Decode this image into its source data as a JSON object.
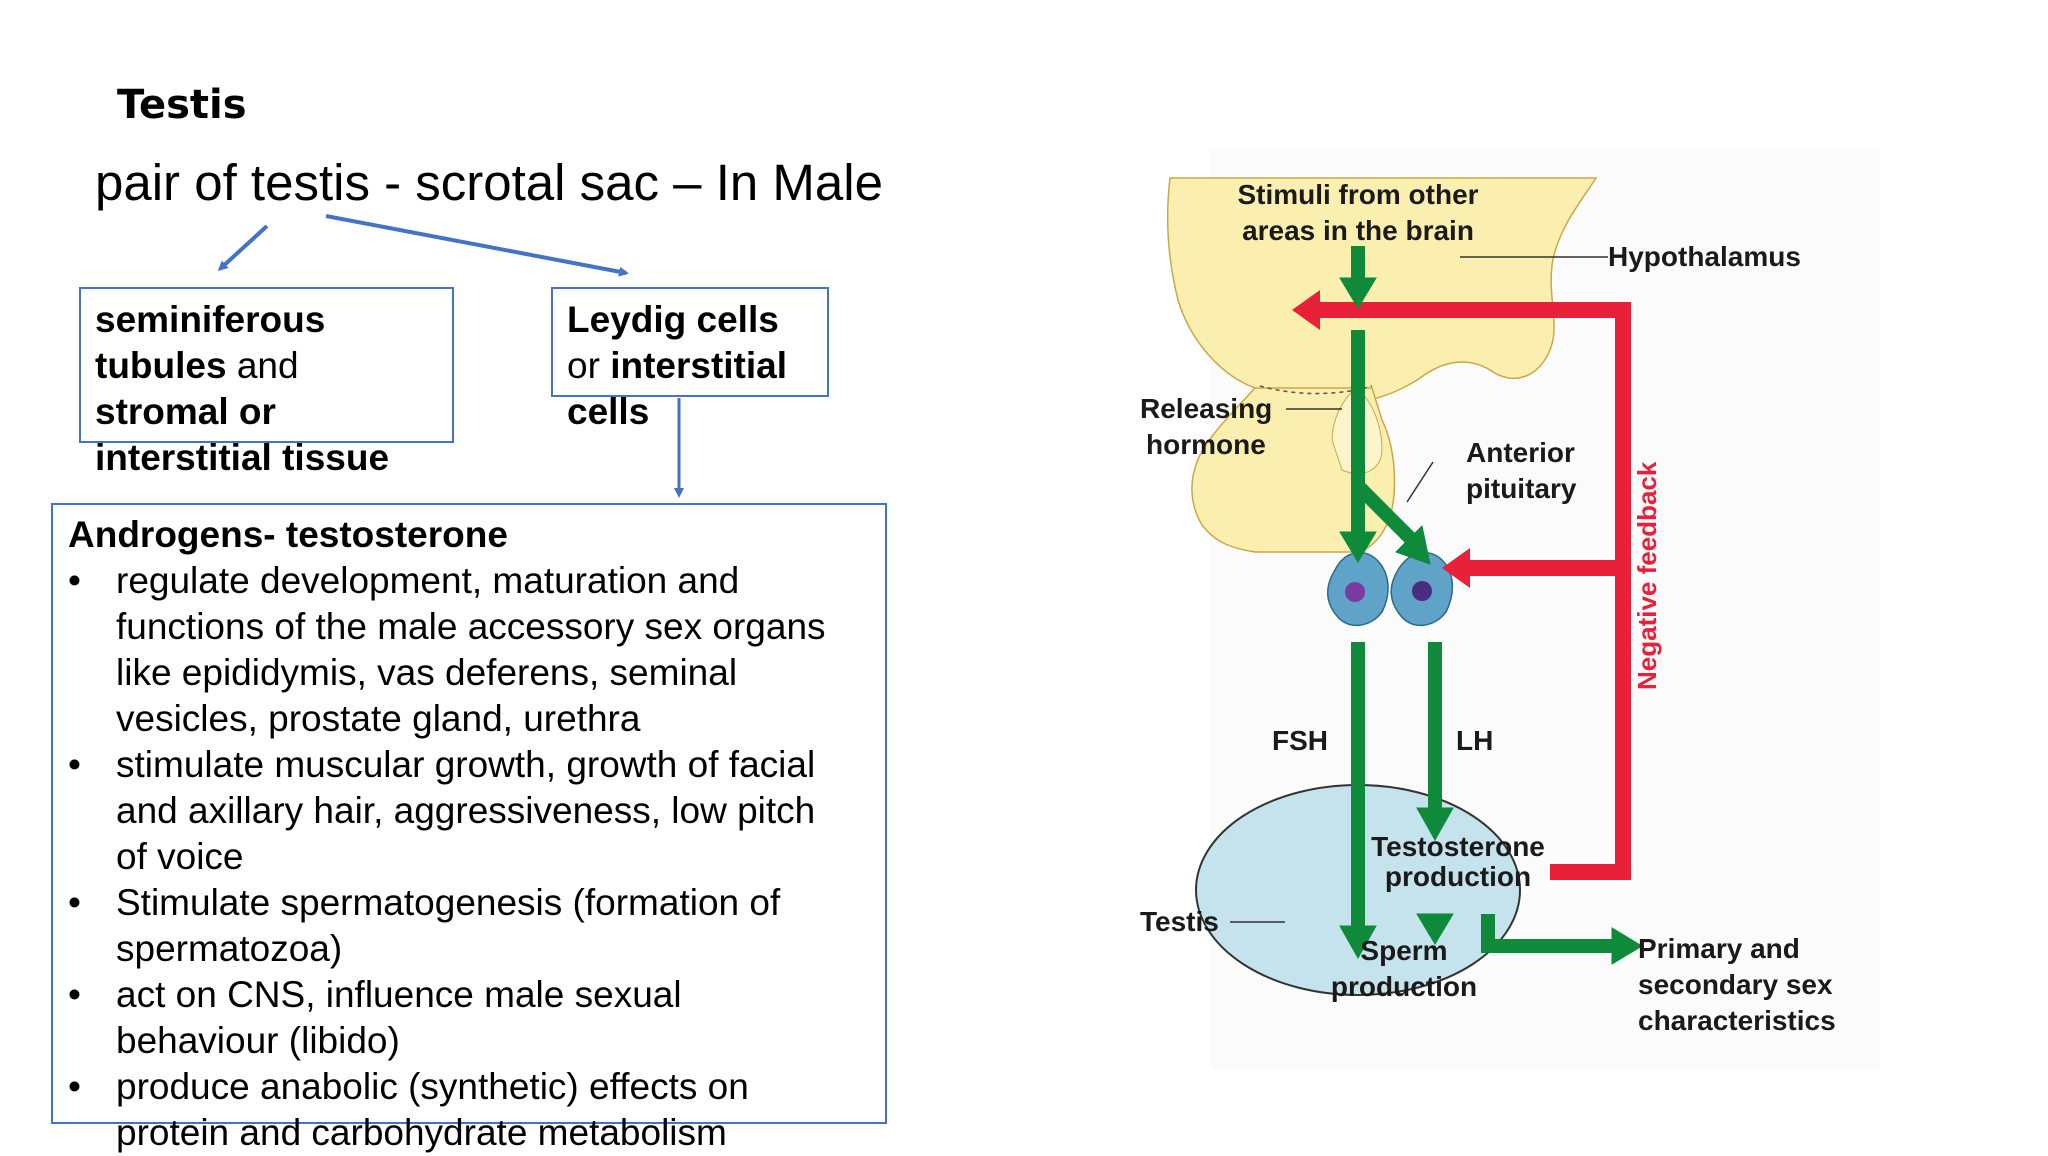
{
  "slide": {
    "title": "Testis",
    "subtitle": "pair of testis - scrotal sac – In Male"
  },
  "box_left": {
    "line1": "seminiferous",
    "line2_bold": "tubules",
    "line2_rest": " and",
    "line3": "stromal or",
    "line4": "interstitial tissue"
  },
  "box_right": {
    "line1": "Leydig cells",
    "line2_pre": "or ",
    "line2_bold": "interstitial",
    "line3": "cells"
  },
  "main_box": {
    "heading": "Androgens-  testosterone",
    "bullet_char": "•",
    "bullets": [
      [
        "regulate development, maturation and",
        "functions of the male accessory sex organs",
        "like epididymis, vas deferens, seminal",
        "vesicles, prostate gland, urethra"
      ],
      [
        "stimulate muscular growth, growth of facial",
        "and axillary hair, aggressiveness, low pitch",
        "of voice"
      ],
      [
        "Stimulate spermatogenesis (formation of",
        "spermatozoa)"
      ],
      [
        "act on CNS, influence male sexual",
        "behaviour (libido)"
      ],
      [
        "produce anabolic (synthetic) effects on",
        "protein and carbohydrate metabolism"
      ]
    ]
  },
  "figure": {
    "stimuli_line1": "Stimuli from other",
    "stimuli_line2": "areas in the brain",
    "hypothalamus": "Hypothalamus",
    "releasing_line1": "Releasing",
    "releasing_line2": "hormone",
    "anterior_line1": "Anterior",
    "anterior_line2": "pituitary",
    "negative_feedback": "Negative feedback",
    "fsh": "FSH",
    "lh": "LH",
    "testosterone_line1": "Testosterone",
    "testosterone_line2": "production",
    "testis": "Testis",
    "sperm_line1": "Sperm",
    "sperm_line2": "production",
    "primary_line1": "Primary and",
    "primary_line2": "secondary sex",
    "primary_line3": "characteristics"
  },
  "colors": {
    "box_border": "#4472C4",
    "arrow_green": "#0E8A3A",
    "feedback_red": "#E8203A",
    "brain_yellow": "#FBEFB0",
    "testis_blue": "#C5E3EC"
  }
}
